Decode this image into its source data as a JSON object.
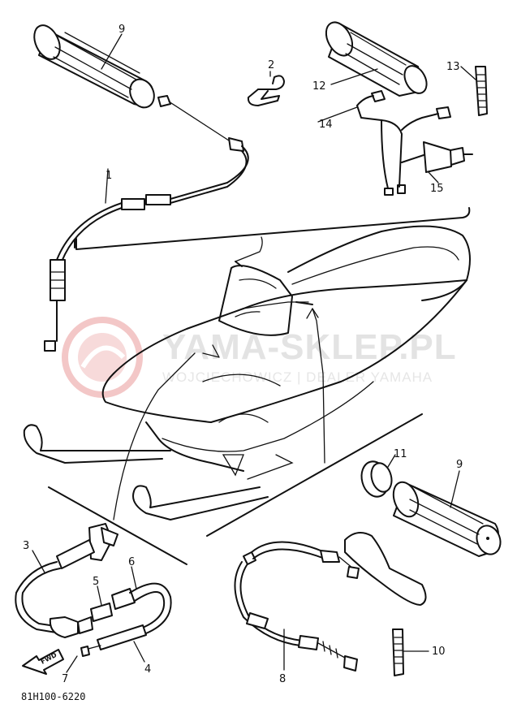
{
  "watermark": {
    "brand": "YAMA-SKLEP.PL",
    "dealer": "WOJCIECHOWICZ | DEALER YAMAHA"
  },
  "diagram_code": "81H100-6220",
  "fwd_label": "FWD",
  "callouts": {
    "p1": "1",
    "p2": "2",
    "p3": "3",
    "p4": "4",
    "p5": "5",
    "p6": "6",
    "p7": "7",
    "p8": "8",
    "p9a": "9",
    "p9b": "9",
    "p10": "10",
    "p11": "11",
    "p12": "12",
    "p13": "13",
    "p14": "14",
    "p15": "15"
  }
}
